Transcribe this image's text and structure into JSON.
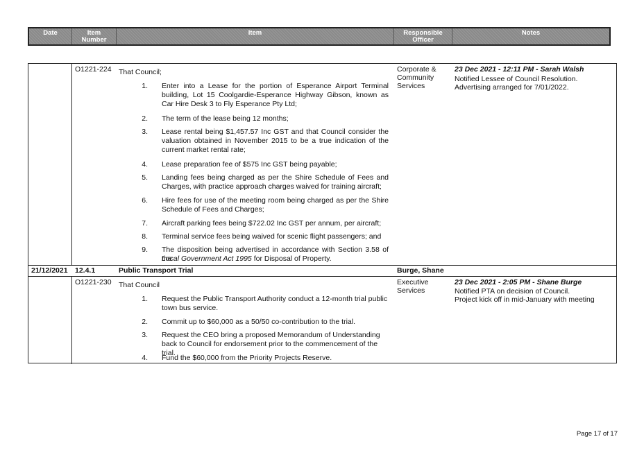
{
  "header": {
    "date": "Date",
    "item_number": "Item\nNumber",
    "item": "Item",
    "officer": "Responsible\nOfficer",
    "notes": "Notes"
  },
  "entry1": {
    "number": "O1221-224",
    "intro": "That Council;",
    "officer": "Corporate & Community Services",
    "note_head": "23 Dec 2021 - 12:11 PM - Sarah Walsh",
    "note_body": "Notified Lessee of Council Resolution. Advertising arranged for 7/01/2022.",
    "items": [
      {
        "n": "1.",
        "t": "Enter into a Lease for the portion of Esperance Airport Terminal building, Lot 15 Coolgardie-Esperance Highway Gibson, known as Car Hire Desk 3 to Fly Esperance Pty Ltd;"
      },
      {
        "n": "2.",
        "t": "The term of the lease being 12 months;"
      },
      {
        "n": "3.",
        "t": "Lease rental being $1,457.57 Inc GST and that Council consider the valuation obtained in November 2015 to be a true indication of the current market rental rate;"
      },
      {
        "n": "4.",
        "t": "Lease preparation fee of $575 Inc GST being payable;"
      },
      {
        "n": "5.",
        "t": "Landing fees being charged as per the Shire Schedule of Fees and Charges, with practice approach charges waived for training aircraft;"
      },
      {
        "n": "6.",
        "t": "Hire fees for use of the meeting room being charged as per the Shire Schedule of Fees and Charges;"
      },
      {
        "n": "7.",
        "t": "Aircraft parking fees being $722.02 Inc GST per annum, per aircraft;"
      },
      {
        "n": "8.",
        "t": "Terminal service fees being waived for scenic flight passengers; and"
      },
      {
        "n": "9.",
        "t": "The disposition being advertised in accordance with Section 3.58 of the"
      }
    ],
    "item9_italic": "Local Government Act 1995",
    "item9_tail": " for Disposal of Property."
  },
  "section": {
    "date": "21/12/2021",
    "number": "12.4.1",
    "title": "Public Transport Trial",
    "officer": "Burge, Shane"
  },
  "entry2": {
    "number": "O1221-230",
    "intro": "That Council",
    "officer": "Executive Services",
    "note_head": "23 Dec 2021 - 2:05 PM - Shane Burge",
    "note_body1": "Notified PTA on decision of Council.",
    "note_body2": "Project kick off in mid-January with meeting",
    "items": [
      {
        "n": "1.",
        "t": "Request the Public Transport Authority conduct a 12-month trial public town bus service."
      },
      {
        "n": "2.",
        "t": "Commit up to $60,000 as a 50/50 co-contribution to the trial."
      },
      {
        "n": "3.",
        "t": "Request the CEO bring a proposed Memorandum of Understanding back to Council for endorsement prior to the commencement of the trial."
      },
      {
        "n": "4.",
        "t": "Fund the $60,000 from the Priority Projects Reserve."
      }
    ]
  },
  "footer": {
    "page": "Page 17 of 17"
  }
}
